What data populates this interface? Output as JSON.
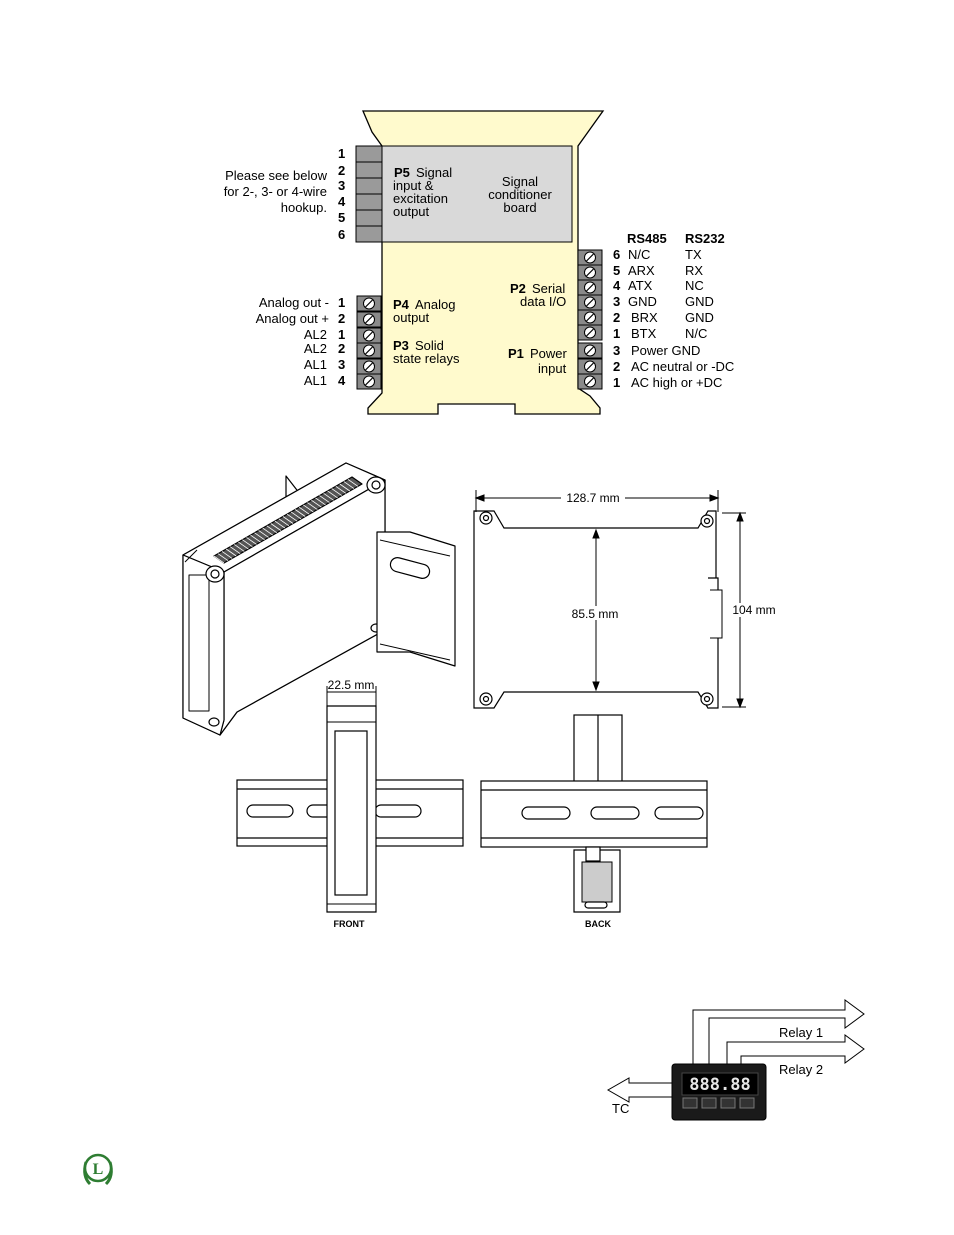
{
  "wiring": {
    "p5_pins": [
      "1",
      "2",
      "3",
      "4",
      "5",
      "6"
    ],
    "p5_note": [
      "Please see below",
      "for 2-, 3- or 4-wire",
      "hookup."
    ],
    "p5_code": "P5",
    "p5_text": [
      "Signal",
      "input &",
      "excitation",
      "output"
    ],
    "board_text": [
      "Signal",
      "conditioner",
      "board"
    ],
    "p4_code": "P4",
    "p4_text": [
      "Analog",
      "output"
    ],
    "p3_code": "P3",
    "p3_text": [
      "Solid",
      "state relays"
    ],
    "p2_code": "P2",
    "p2_text": [
      "Serial",
      "data I/O"
    ],
    "p1_code": "P1",
    "p1_text": [
      "Power",
      "input"
    ],
    "left_rows": [
      {
        "label": "Analog out -",
        "pin": "1"
      },
      {
        "label": "Analog out +",
        "pin": "2"
      },
      {
        "label": "AL2",
        "pin": "1"
      },
      {
        "label": "AL2",
        "pin": "2"
      },
      {
        "label": "AL1",
        "pin": "3"
      },
      {
        "label": "AL1",
        "pin": "4"
      }
    ],
    "col_rs485": "RS485",
    "col_rs232": "RS232",
    "serial_rows": [
      {
        "pin": "6",
        "rs485": "N/C",
        "rs232": "TX"
      },
      {
        "pin": "5",
        "rs485": "ARX",
        "rs232": "RX"
      },
      {
        "pin": "4",
        "rs485": "ATX",
        "rs232": "NC"
      },
      {
        "pin": "3",
        "rs485": "GND",
        "rs232": "GND"
      },
      {
        "pin": "2",
        "rs485": "BRX",
        "rs232": "GND"
      },
      {
        "pin": "1",
        "rs485": "BTX",
        "rs232": "N/C"
      }
    ],
    "power_rows": [
      {
        "pin": "3",
        "label": "Power GND"
      },
      {
        "pin": "2",
        "label": "AC neutral or -DC"
      },
      {
        "pin": "1",
        "label": "AC high or +DC"
      }
    ]
  },
  "dimensions": {
    "width": "128.7 mm",
    "inner_height": "85.5 mm",
    "height": "104 mm",
    "depth": "22.5 mm",
    "front_label": "FRONT",
    "back_label": "BACK"
  },
  "signal_flow": {
    "relay1": "Relay 1",
    "relay2": "Relay 2",
    "input": "TC",
    "display_value": "888.88"
  },
  "footer": {
    "logo_letter": "L"
  },
  "colors": {
    "enclosure": "#fffacd",
    "board": "#d9d9d9",
    "terminal": "#8a8a8a",
    "logo": "#2e7d32"
  }
}
